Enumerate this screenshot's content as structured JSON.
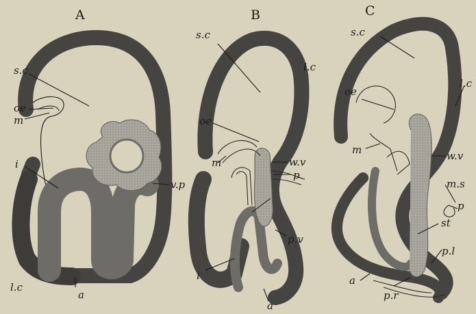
{
  "panels": [
    {
      "letter": "A",
      "labels": [
        "s.c",
        "oe",
        "m",
        "i",
        "v.p",
        "l.c",
        "a"
      ]
    },
    {
      "letter": "B",
      "labels": [
        "s.c",
        "l.c",
        "oe",
        "w.v",
        "m",
        "p",
        "p.v",
        "i",
        "a"
      ]
    },
    {
      "letter": "C",
      "labels": [
        "s.c",
        "l.c",
        "oe",
        "m",
        "w.v",
        "m.s",
        "p",
        "st",
        "a",
        "p.r",
        "p.l"
      ]
    }
  ],
  "colors": {
    "paper": "#d9d2bd",
    "tube": "#3f3e3b",
    "mid": "#6f6e68",
    "light": "#a9a79e",
    "ink": "#1b1a17"
  }
}
